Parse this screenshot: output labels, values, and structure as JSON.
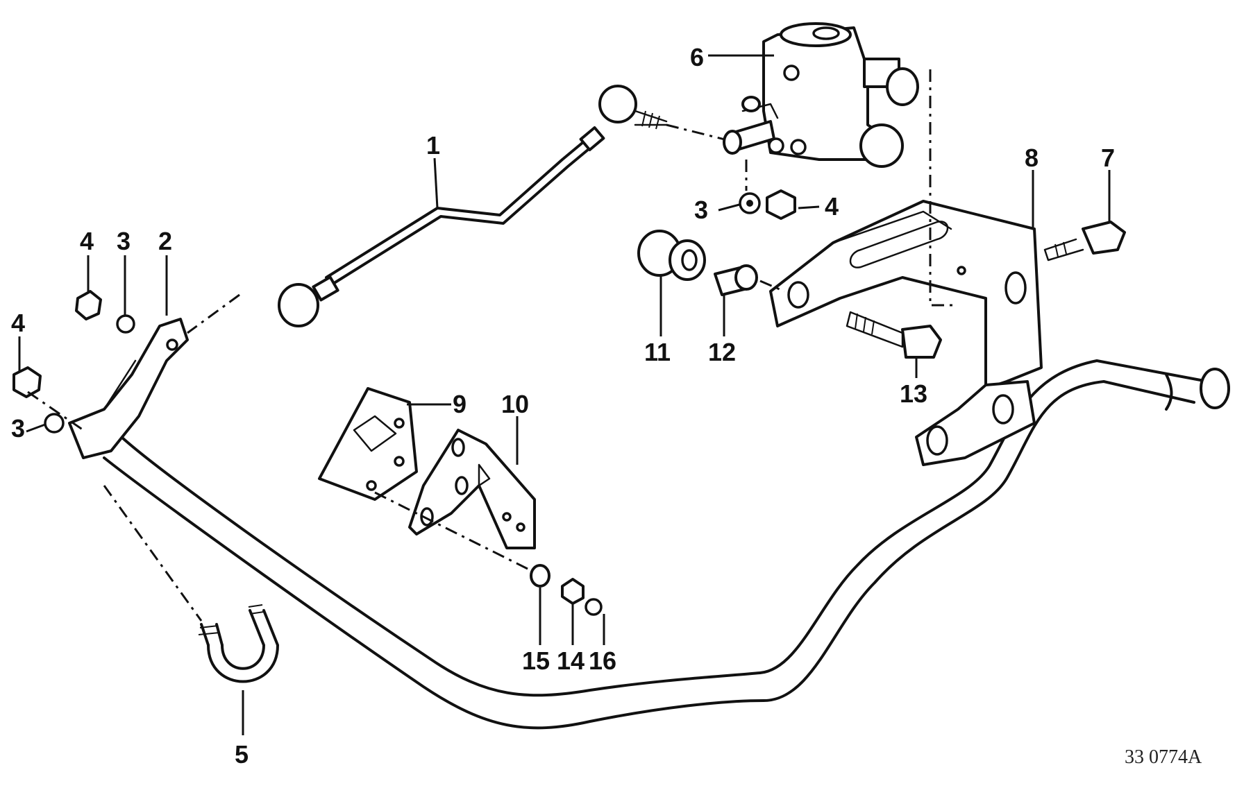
{
  "diagram": {
    "reference_code": "33 0774A",
    "parts": [
      {
        "id": "part-1",
        "number": "1"
      },
      {
        "id": "part-2",
        "number": "2"
      },
      {
        "id": "part-3a",
        "number": "3"
      },
      {
        "id": "part-3b",
        "number": "3"
      },
      {
        "id": "part-3c",
        "number": "3"
      },
      {
        "id": "part-4a",
        "number": "4"
      },
      {
        "id": "part-4b",
        "number": "4"
      },
      {
        "id": "part-4c",
        "number": "4"
      },
      {
        "id": "part-5",
        "number": "5"
      },
      {
        "id": "part-6",
        "number": "6"
      },
      {
        "id": "part-7",
        "number": "7"
      },
      {
        "id": "part-8",
        "number": "8"
      },
      {
        "id": "part-9",
        "number": "9"
      },
      {
        "id": "part-10",
        "number": "10"
      },
      {
        "id": "part-11",
        "number": "11"
      },
      {
        "id": "part-12",
        "number": "12"
      },
      {
        "id": "part-13",
        "number": "13"
      },
      {
        "id": "part-14",
        "number": "14"
      },
      {
        "id": "part-15",
        "number": "15"
      },
      {
        "id": "part-16",
        "number": "16"
      }
    ]
  }
}
